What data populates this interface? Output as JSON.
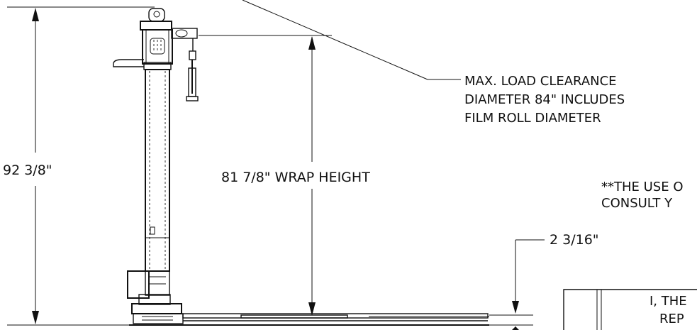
{
  "dimensions": {
    "overall_height": "92 3/8\"",
    "wrap_height": "81 7/8\" WRAP HEIGHT",
    "turntable_height": "2 3/16\""
  },
  "notes": {
    "clearance_line1": "MAX. LOAD CLEARANCE",
    "clearance_line2": "DIAMETER 84\" INCLUDES",
    "clearance_line3": "FILM ROLL DIAMETER",
    "use_note_line1": "**THE USE O",
    "use_note_line2": "CONSULT Y"
  },
  "title_block": {
    "line1": "I, THE",
    "line2": "REP"
  }
}
